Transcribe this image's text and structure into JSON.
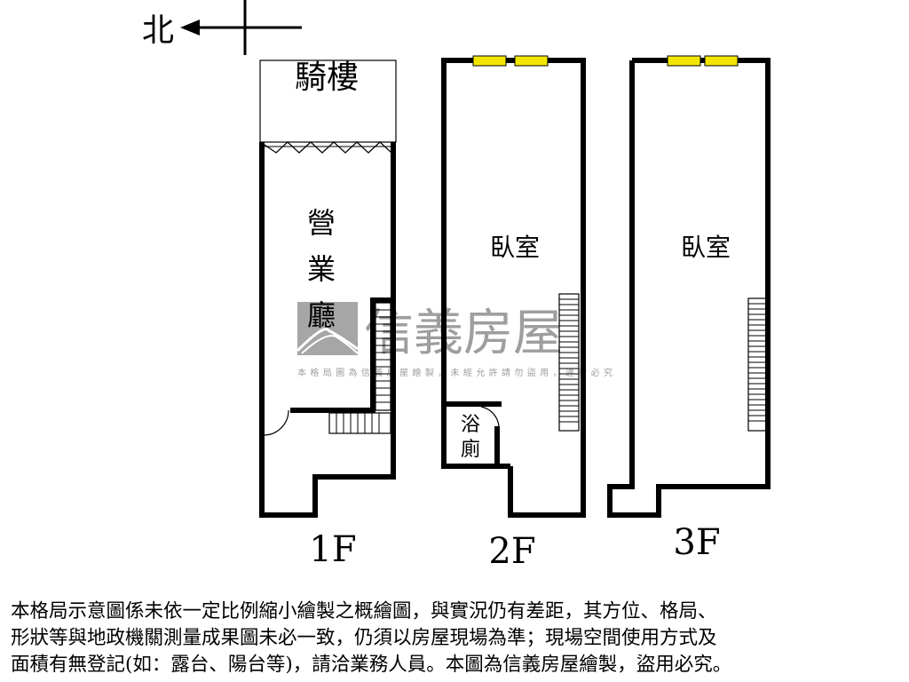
{
  "compass": {
    "north_label": "北"
  },
  "floors": [
    {
      "label": "1F",
      "rooms": {
        "arcade": "騎樓",
        "business_hall": [
          "營",
          "業",
          "廳"
        ]
      }
    },
    {
      "label": "2F",
      "rooms": {
        "bedroom": "臥室",
        "bathroom": [
          "浴",
          "廁"
        ]
      }
    },
    {
      "label": "3F",
      "rooms": {
        "bedroom": "臥室"
      }
    }
  ],
  "watermark": {
    "brand": "信義房屋",
    "notice": "本格局圖為信義房屋繪製，未經允許請勿盜用，違者必究"
  },
  "disclaimer": [
    "本格局示意圖係未依一定比例縮小繪製之概繪圖，與實況仍有差距，其方位、格局、",
    "形狀等與地政機關測量成果圖未必一致，仍須以房屋現場為準；現場空間使用方式及",
    "面積有無登記(如：露台、陽台等)，請洽業務人員。本圖為信義房屋繪製，盜用必究。"
  ],
  "colors": {
    "wall": "#000000",
    "window": "#f2e600",
    "watermark": "#9e9e9e"
  }
}
